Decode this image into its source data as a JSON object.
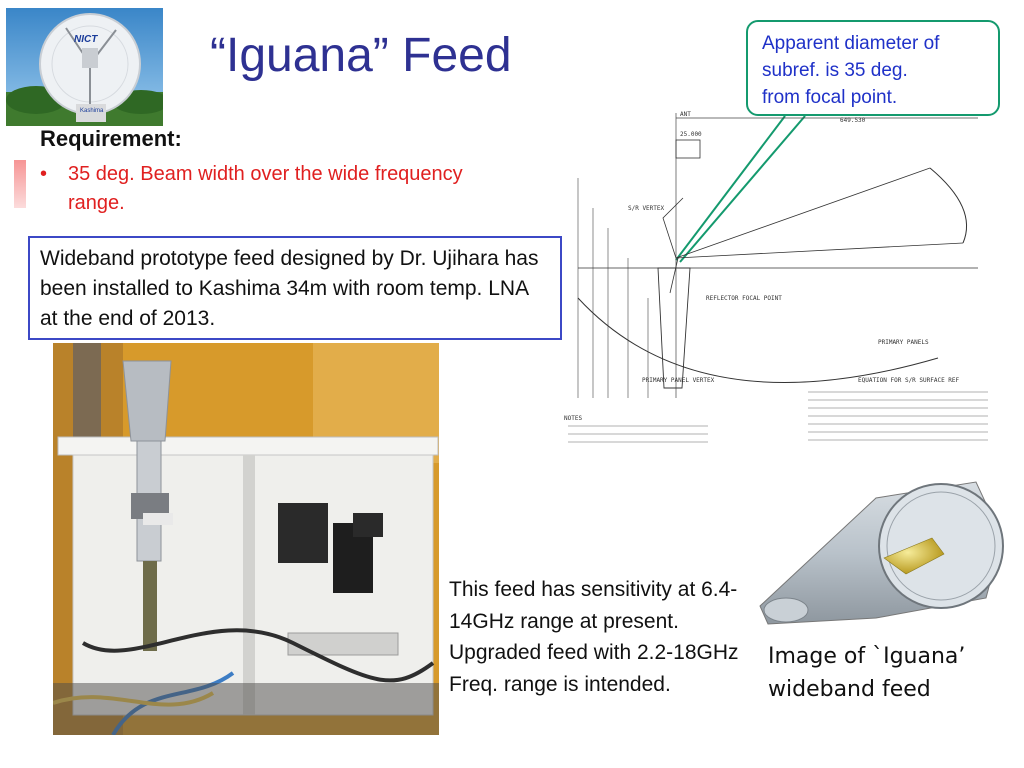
{
  "title": "“Iguana” Feed",
  "logo": {
    "text": "NICT",
    "subtext": "Kashima"
  },
  "callout": {
    "lines": [
      "Apparent diameter of",
      "subref. is 35 deg.",
      "from focal point."
    ]
  },
  "requirement": {
    "heading": "Requirement:",
    "bullet_symbol": "•",
    "bullet_text": "35 deg. Beam width over the wide frequency range."
  },
  "infobox": {
    "text": "Wideband prototype feed designed by Dr. Ujihara has been installed to Kashima 34m with room temp. LNA at the end of 2013."
  },
  "sensitivity": {
    "text": "This feed has sensitivity at 6.4-14GHz range at present. Upgraded feed with 2.2-18GHz Freq. range is intended."
  },
  "caption": {
    "lines": [
      "Image of  `Iguana’",
      "wideband feed"
    ]
  },
  "drawing": {
    "labels": [
      "ANT",
      "25.000",
      "649.530",
      "S/R VERTEX",
      "REFLECTOR FOCAL POINT",
      "PRIMARY PANEL VERTEX",
      "PRIMARY PANELS",
      "EQUATION FOR S/R SURFACE REF",
      "NOTES"
    ]
  },
  "colors": {
    "title": "#2e3192",
    "callout_border": "#149a6e",
    "callout_text": "#1f31c8",
    "bullet_text": "#e02020",
    "infobox_border": "#3c48c6"
  }
}
